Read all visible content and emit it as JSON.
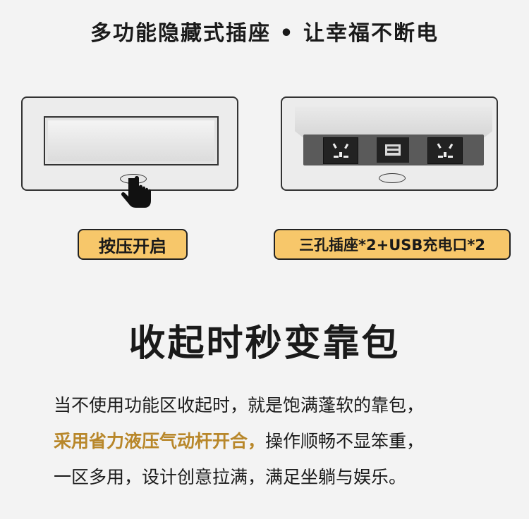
{
  "title": "多功能隐藏式插座 • 让幸福不断电",
  "left_label": "按压开启",
  "right_label": "三孔插座*2+USB充电口*2",
  "headline": "收起时秒变靠包",
  "paragraph": {
    "line1": "当不使用功能区收起时，就是饱满蓬软的靠包，",
    "line2_highlight": "采用省力液压气动杆开合，",
    "line2_rest": "操作顺畅不显笨重，",
    "line3": "一区多用，设计创意拉满，满足坐躺与娱乐。"
  },
  "colors": {
    "accent": "#f7c76a",
    "highlight_text": "#b8872a",
    "background": "#f3f3f3"
  },
  "icons": [
    "hand-pointer-icon",
    "power-outlet-icon",
    "usb-port-icon"
  ]
}
